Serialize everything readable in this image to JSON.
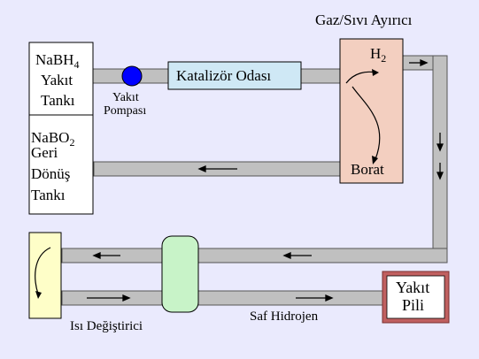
{
  "separator": {
    "title": "Gaz/Sıvı Ayırıcı",
    "h2_base": "H",
    "h2_sub": "2",
    "borat_label": "Borat"
  },
  "fuel_tank": {
    "line1_base": "NaBH",
    "line1_sub": "4",
    "line2": "Yakıt",
    "line3": "Tankı"
  },
  "return_tank": {
    "line1_base": "NaBO",
    "line1_sub": "2",
    "line2": "Geri",
    "line3": "Dönüş",
    "line4": "Tankı"
  },
  "pump": {
    "line1": "Yakıt",
    "line2": "Pompası"
  },
  "catalyst_chamber": {
    "label": "Katalizör Odası"
  },
  "heat_exchanger": {
    "label": "Isı Değiştirici"
  },
  "hydrogen_line": {
    "label": "Saf Hidrojen"
  },
  "fuel_cell": {
    "line1": "Yakıt",
    "line2": "Pili"
  },
  "colors": {
    "background": "#eaeafd",
    "pipe": "#c0c0c0",
    "separator_fill": "#f3cfc0",
    "pump_fill": "#0000ff",
    "catalyst_fill": "#cfe8f5",
    "exchanger_fill": "#c8f3c8",
    "coil_fill": "#fefec8",
    "fuel_cell_border": "#c06060",
    "fuel_cell_fill": "#ffffff"
  }
}
